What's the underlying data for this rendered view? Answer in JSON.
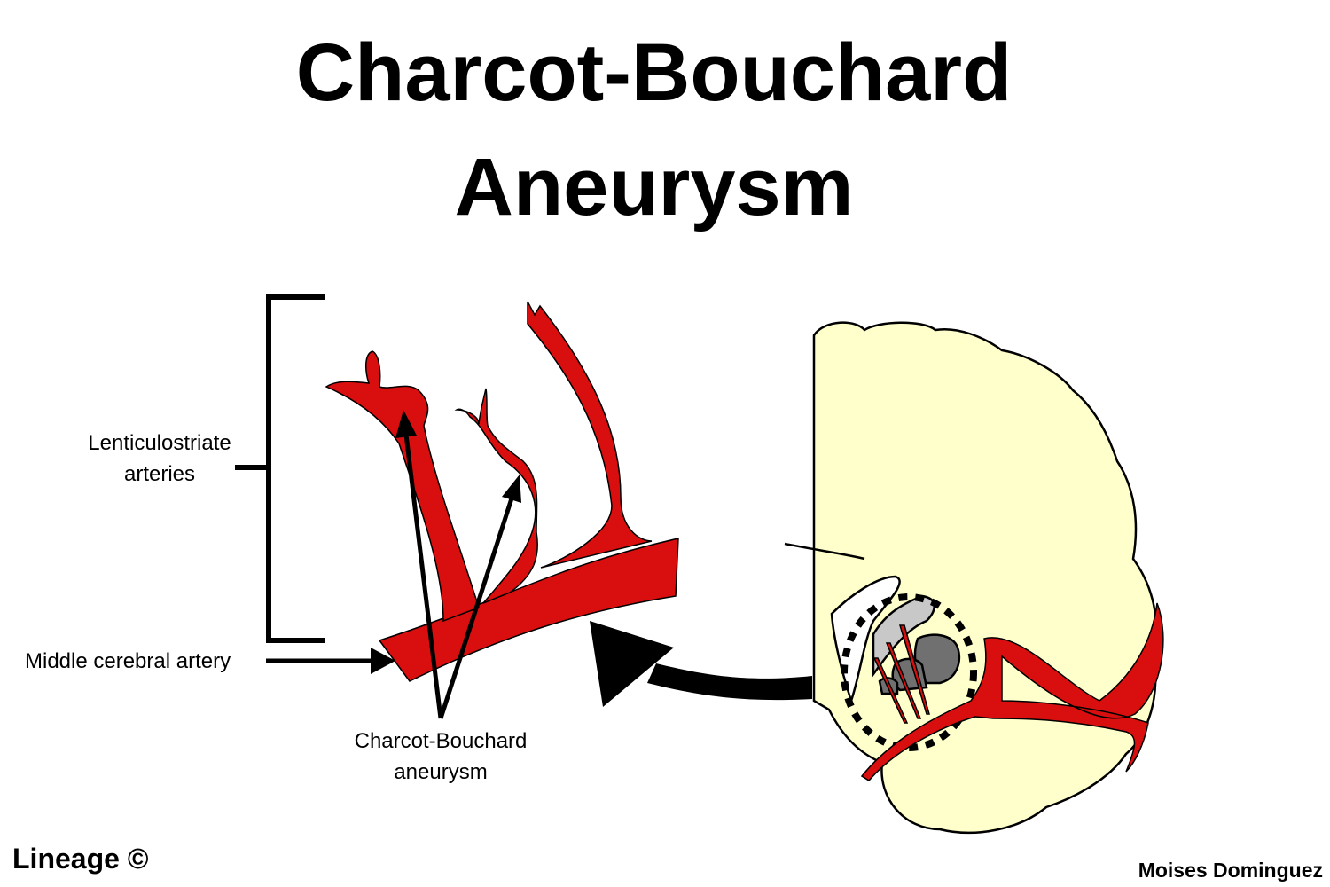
{
  "title": {
    "line1": "Charcot-Bouchard",
    "line2": "Aneurysm"
  },
  "labels": {
    "lenticulostriate_line1": "Lenticulostriate",
    "lenticulostriate_line2": "arteries",
    "middle_cerebral_artery": "Middle cerebral artery",
    "aneurysm_line1": "Charcot-Bouchard",
    "aneurysm_line2": "aneurysm"
  },
  "footer": {
    "left": "Lineage ©",
    "right": "Moises Dominguez"
  },
  "colors": {
    "artery": "#d90f0f",
    "brain": "#ffffcc",
    "basal_ganglia_light": "#c8c8c8",
    "basal_ganglia_dark": "#707070"
  }
}
